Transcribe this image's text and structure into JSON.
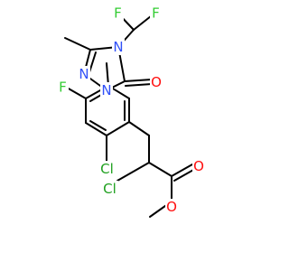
{
  "molecule": {
    "atom_labels": {
      "F1": "F",
      "F2": "F",
      "F3": "F",
      "N4": "N",
      "N2": "N",
      "N1": "N",
      "O_ring": "O",
      "Cl_ring": "Cl",
      "Cl_chain": "Cl",
      "O_carbonyl": "O",
      "O_ester": "O"
    },
    "colors": {
      "bond": "#000000",
      "F": "#33cc33",
      "Cl": "#1fa01f",
      "N": "#3050f8",
      "O": "#ff0d0d"
    }
  }
}
